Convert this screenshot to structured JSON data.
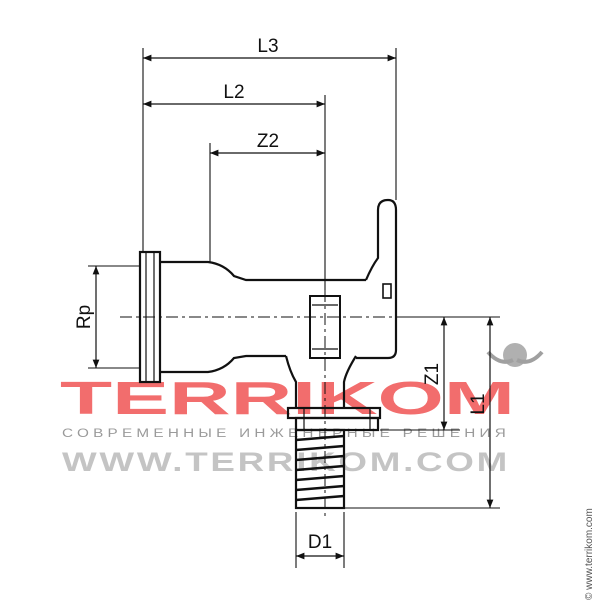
{
  "drawing": {
    "labels": {
      "l3": "L3",
      "l2": "L2",
      "z2": "Z2",
      "rp": "Rp",
      "z1": "Z1",
      "l1": "L1",
      "d1": "D1"
    }
  },
  "watermark": {
    "brand": "TERRIKOM",
    "tagline": "СОВРЕМЕННЫЕ ИНЖЕНЕРНЫЕ РЕШЕНИЯ",
    "url": "WWW.TERRIKOM.COM",
    "side_credit": "© www.terrikom.com",
    "colors": {
      "brand": "#f26d6d",
      "tagline": "#9a9a9a",
      "url": "#c4c4c4",
      "emblem": "#9a9a9a"
    }
  }
}
